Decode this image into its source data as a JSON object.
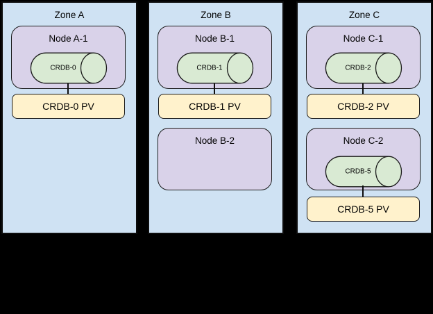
{
  "colors": {
    "background": "#000000",
    "zone_fill": "#cfe2f3",
    "node_fill": "#d9d2e9",
    "db_fill": "#d9ead3",
    "pv_fill": "#fff2cc",
    "border": "#000000"
  },
  "icons": {
    "database": "horizontal-cylinder"
  },
  "zones": [
    {
      "title": "Zone A",
      "nodes": [
        {
          "label": "Node A-1",
          "db": "CRDB-0",
          "pv": "CRDB-0 PV"
        }
      ]
    },
    {
      "title": "Zone B",
      "nodes": [
        {
          "label": "Node B-1",
          "db": "CRDB-1",
          "pv": "CRDB-1 PV"
        },
        {
          "label": "Node B-2"
        }
      ]
    },
    {
      "title": "Zone C",
      "nodes": [
        {
          "label": "Node C-1",
          "db": "CRDB-2",
          "pv": "CRDB-2 PV"
        },
        {
          "label": "Node C-2",
          "db": "CRDB-5",
          "pv": "CRDB-5 PV"
        }
      ]
    }
  ]
}
